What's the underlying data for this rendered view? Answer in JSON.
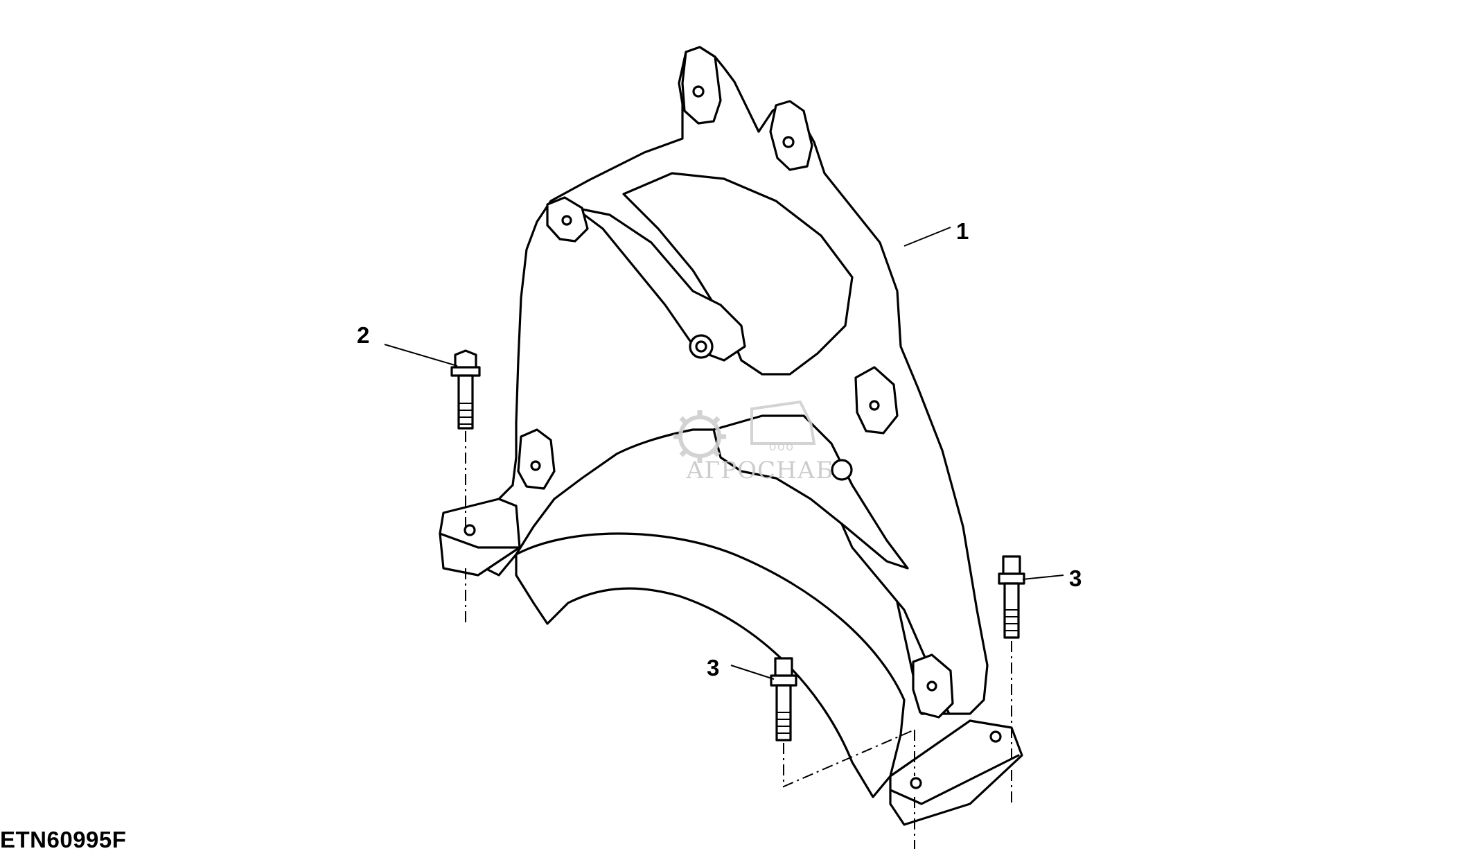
{
  "diagram": {
    "callouts": [
      {
        "id": "1",
        "label": "1"
      },
      {
        "id": "2",
        "label": "2"
      },
      {
        "id": "3a",
        "label": "3"
      },
      {
        "id": "3b",
        "label": "3"
      }
    ],
    "watermark": {
      "brand": "АГРОСНАБ",
      "prefix": "ООО"
    },
    "figure_id": "ETN60995F"
  }
}
